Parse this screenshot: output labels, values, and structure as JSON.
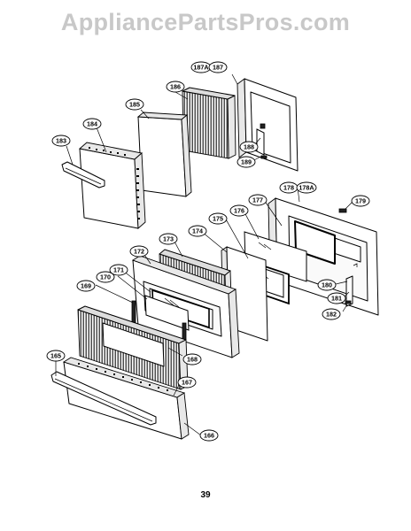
{
  "watermark": "AppliancePartsPros.com",
  "page_number": "39",
  "callouts": [
    "187A",
    "187",
    "186",
    "185",
    "184",
    "183",
    "188",
    "189",
    "178",
    "178A",
    "179",
    "177",
    "176",
    "175",
    "174",
    "173",
    "172",
    "171",
    "170",
    "169",
    "180",
    "181",
    "182",
    "165",
    "168",
    "167",
    "166"
  ]
}
